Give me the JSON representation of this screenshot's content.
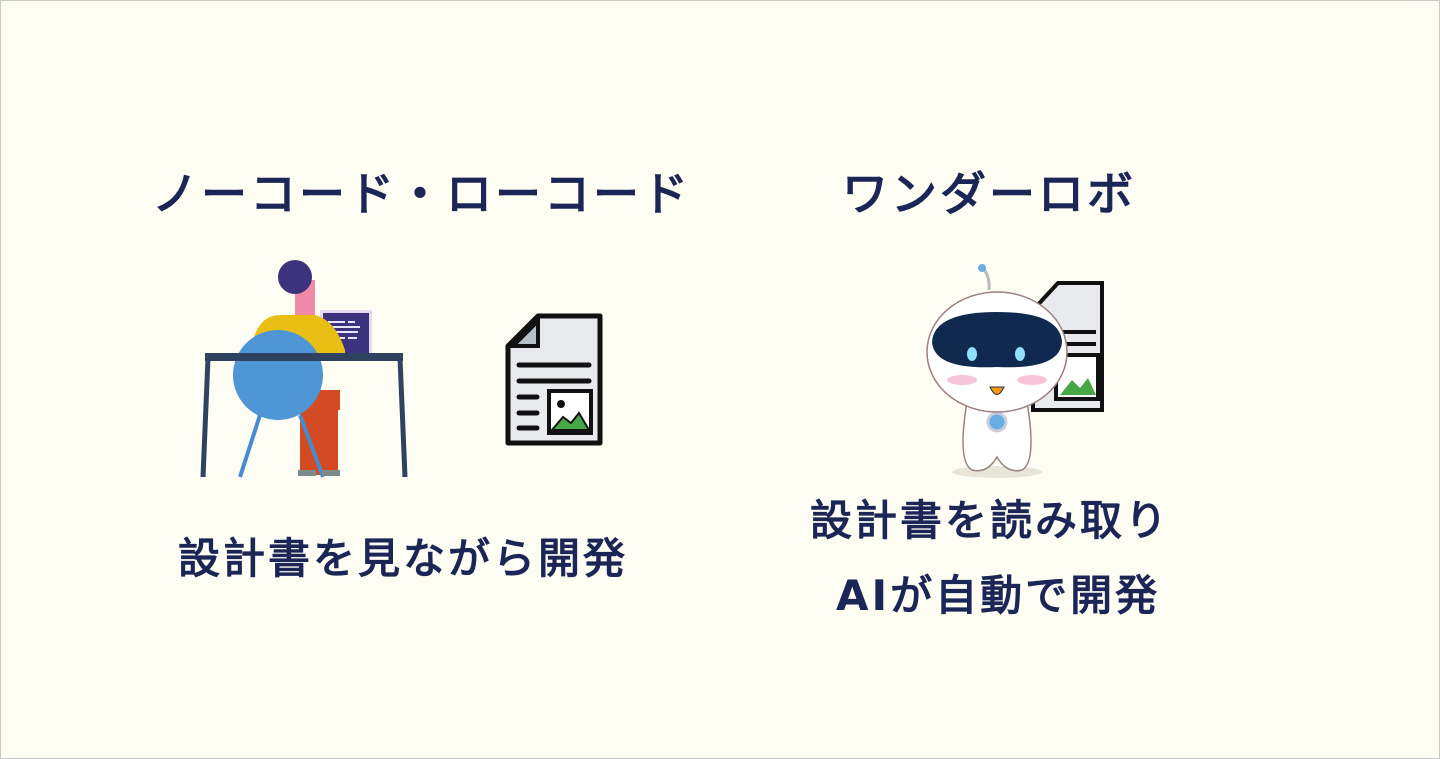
{
  "left": {
    "title": "ノーコード・ローコード",
    "caption": "設計書を見ながら開発"
  },
  "right": {
    "title": "ワンダーロボ",
    "caption_line1": "設計書を読み取り",
    "caption_line2": "AIが自動で開発"
  },
  "colors": {
    "background": "#fdfdf4",
    "text": "#1b2656"
  }
}
